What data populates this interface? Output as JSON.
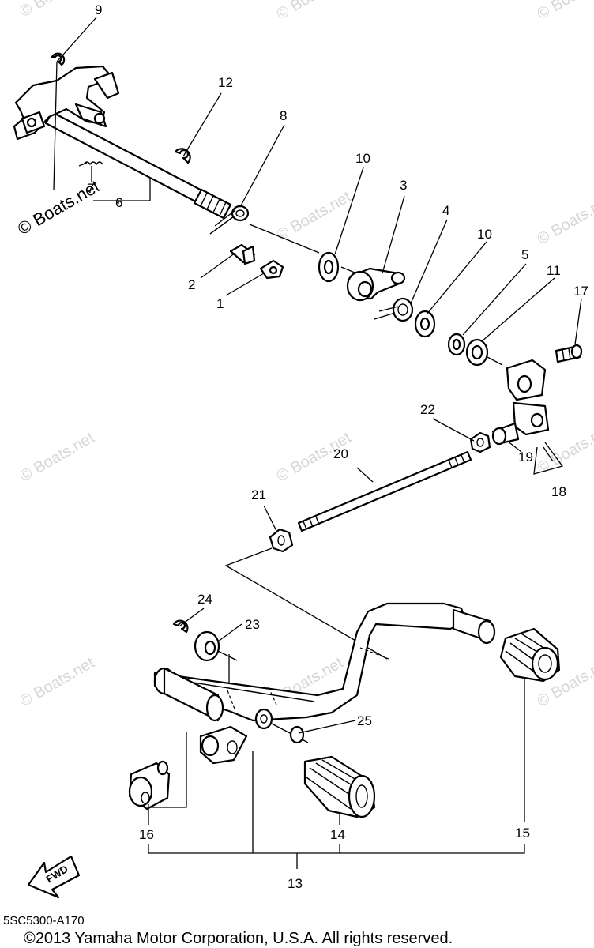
{
  "diagram": {
    "part_labels": [
      "9",
      "12",
      "8",
      "10",
      "3",
      "4",
      "10",
      "5",
      "11",
      "17",
      "7",
      "6",
      "2",
      "1",
      "22",
      "20",
      "19",
      "18",
      "21",
      "24",
      "23",
      "25",
      "16",
      "14",
      "15",
      "13"
    ],
    "brand_mark": "© Boats.net",
    "watermark_text": "© Boats.net",
    "fwd_label": "FWD",
    "diagram_code": "5SC5300-A170",
    "copyright": "©2013 Yamaha Motor Corporation, U.S.A. All rights reserved."
  }
}
